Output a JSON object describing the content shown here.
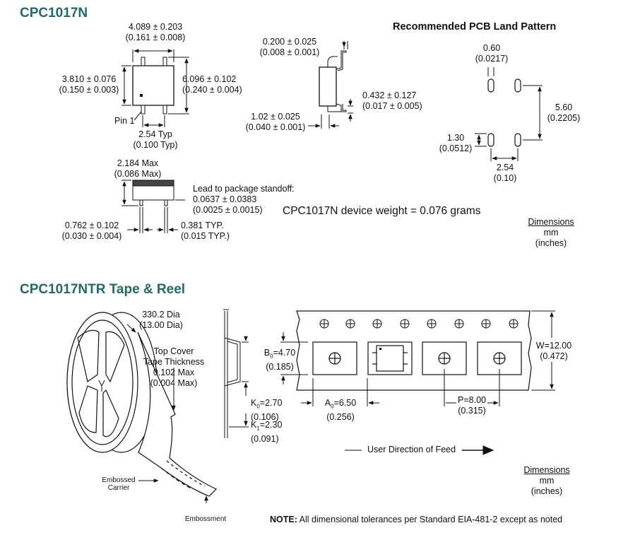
{
  "package": {
    "title": "CPC1017N",
    "dim_width": "4.089 ± 0.203",
    "dim_width_in": "(0.161 ± 0.008)",
    "dim_body": "3.810 ± 0.076",
    "dim_body_in": "(0.150 ± 0.003)",
    "dim_span": "6.096 ± 0.102",
    "dim_span_in": "(0.240 ± 0.004)",
    "pin1": "Pin 1",
    "pitch": "2.54 Typ",
    "pitch_in": "(0.100 Typ)",
    "height": "2.184 Max",
    "height_in": "(0.086 Max)",
    "standoff_label": "Lead to package standoff:",
    "standoff": "0.0637 ± 0.0383",
    "standoff_in": "(0.0025 ± 0.0015)",
    "lead_w": "0.762 ± 0.102",
    "lead_w_in": "(0.030 ± 0.004)",
    "lead_t": "0.381 TYP.",
    "lead_t_in": "(0.015 TYP.)",
    "lead_thk": "0.200 ± 0.025",
    "lead_thk_in": "(0.008 ± 0.001)",
    "foot": "0.432 ± 0.127",
    "foot_in": "(0.017 ± 0.005)",
    "lead_len": "1.02 ± 0.025",
    "lead_len_in": "(0.040 ± 0.001)",
    "weight": "CPC1017N device weight = 0.076 grams"
  },
  "land_pattern": {
    "title": "Recommended PCB Land Pattern",
    "pad_w": "0.60",
    "pad_w_in": "(0.0217)",
    "row_span": "5.60",
    "row_span_in": "(0.2205)",
    "pad_l": "1.30",
    "pad_l_in": "(0.0512)",
    "pitch": "2.54",
    "pitch_in": "(0.10)"
  },
  "dimensions_legend": {
    "label": "Dimensions",
    "mm": "mm",
    "inches": "(inches)"
  },
  "tape_reel": {
    "title": "CPC1017NTR Tape & Reel",
    "reel_dia": "330.2 Dia",
    "reel_dia_in": "(13.00 Dia)",
    "cover_1": "Top Cover",
    "cover_2": "Tape Thickness",
    "cover_3": "0.102 Max",
    "cover_4": "(0.004 Max)",
    "embossed_1": "Embossed",
    "embossed_2": "Carrier",
    "embossment": "Embossment",
    "b0": "B",
    "b0_sub": "0",
    "b0_val": "=4.70",
    "b0_in": "(0.185)",
    "k0": "K",
    "k0_sub": "0",
    "k0_val": "=2.70",
    "k0_in": "(0.106)",
    "k1": "K",
    "k1_sub": "1",
    "k1_val": "=2.30",
    "k1_in": "(0.091)",
    "a0": "A",
    "a0_sub": "0",
    "a0_val": "=6.50",
    "a0_in": "(0.256)",
    "p": "P=8.00",
    "p_in": "(0.315)",
    "w": "W=12.00",
    "w_in": "(0.472)",
    "feed": "User Direction of Feed",
    "note_bold": "NOTE:",
    "note": " All dimensional tolerances per Standard EIA-481-2 except as noted"
  }
}
